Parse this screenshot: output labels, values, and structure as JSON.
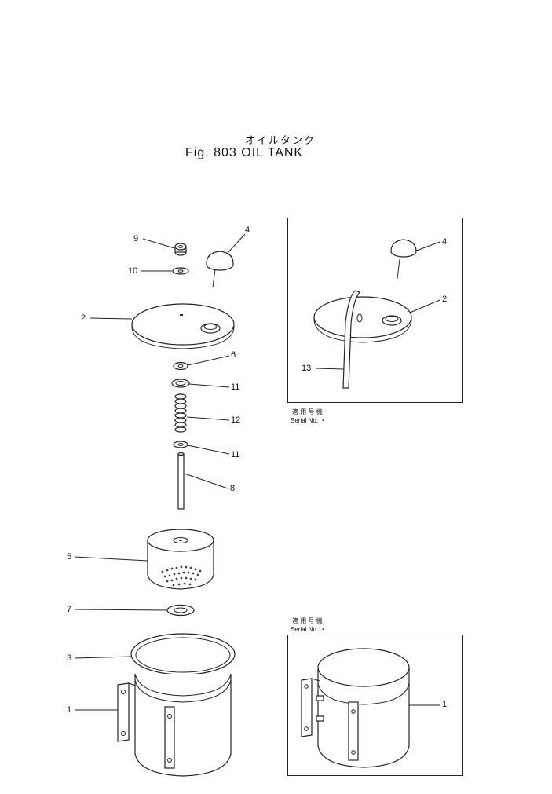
{
  "title": {
    "japanese": "オイルタンク",
    "english": "Fig. 803 OIL TANK"
  },
  "callouts_main": [
    {
      "id": "c9",
      "label": "9"
    },
    {
      "id": "c10",
      "label": "10"
    },
    {
      "id": "c4",
      "label": "4"
    },
    {
      "id": "c2",
      "label": "2"
    },
    {
      "id": "c6",
      "label": "6"
    },
    {
      "id": "c11a",
      "label": "11"
    },
    {
      "id": "c12",
      "label": "12"
    },
    {
      "id": "c11b",
      "label": "11"
    },
    {
      "id": "c8",
      "label": "8"
    },
    {
      "id": "c5",
      "label": "5"
    },
    {
      "id": "c7",
      "label": "7"
    },
    {
      "id": "c3",
      "label": "3"
    },
    {
      "id": "c1",
      "label": "1"
    }
  ],
  "inset_top": {
    "callouts": [
      {
        "id": "t4",
        "label": "4"
      },
      {
        "id": "t2",
        "label": "2"
      },
      {
        "id": "t13",
        "label": "13"
      }
    ],
    "serial_jp": "適 用 号 機",
    "serial_en": "Serial No.  ・"
  },
  "inset_bottom": {
    "callouts": [
      {
        "id": "b1",
        "label": "1"
      }
    ],
    "serial_jp": "適 用 号 機",
    "serial_en": "Serial No.  ・"
  }
}
